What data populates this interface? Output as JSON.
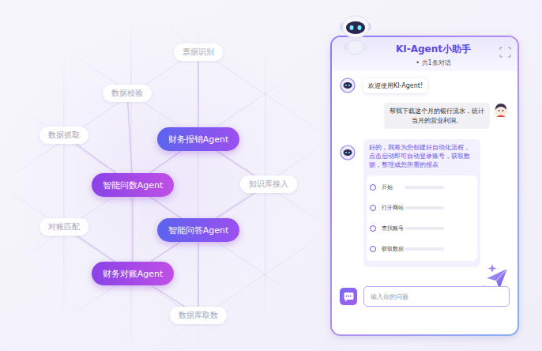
{
  "diagram": {
    "nodes": [
      {
        "text": [
          "票据识别"
        ]
      },
      {
        "text": [
          "数据校验"
        ]
      },
      {
        "text": [
          "数据抓取"
        ]
      },
      {
        "text": [
          "财务报销Agent"
        ]
      },
      {
        "text": [
          "智能问数Agent"
        ]
      },
      {
        "text": [
          "知识库接入"
        ]
      },
      {
        "text": [
          "对账匹配"
        ]
      },
      {
        "text": [
          "智能问答Agent"
        ]
      },
      {
        "text": [
          "财务对账Agent"
        ]
      },
      {
        "text": [
          "数据库取数"
        ]
      },
      {
        "text": [
          "KI-Agent小助手",
          "• 共1条对话"
        ]
      },
      {
        "text": [
          "欢迎使用KI-Agent!"
        ],
        "in": 10
      },
      {
        "text": [
          "帮我下载这个月的银行流水，统计当月的营业利润。"
        ],
        "in": 10
      },
      {
        "text": [
          "好的，我将为您创建好自动化流程，点击启动即可自动登录账号，获取数据，整理成您所需的报表"
        ],
        "in": 10
      },
      {
        "text": [],
        "in": 13
      },
      {
        "text": [
          "开始"
        ],
        "in": 14
      },
      {
        "text": [
          "打开网站"
        ],
        "in": 14
      },
      {
        "text": [
          "查找账号"
        ],
        "in": 14
      },
      {
        "text": [
          "获取数据"
        ],
        "in": 14
      },
      {
        "text": [
          "输入你的问题"
        ],
        "in": 10
      }
    ],
    "edges": [
      {
        "from": 0,
        "to": 3,
        "arrow": "none"
      },
      {
        "from": 1,
        "to": 4,
        "arrow": "none"
      },
      {
        "from": 2,
        "to": 4,
        "arrow": "none"
      },
      {
        "from": 3,
        "to": 4,
        "arrow": "none"
      },
      {
        "from": 3,
        "to": 5,
        "arrow": "none"
      },
      {
        "from": 4,
        "to": 7,
        "arrow": "none"
      },
      {
        "from": 5,
        "to": 7,
        "arrow": "none"
      },
      {
        "from": 6,
        "to": 8,
        "arrow": "none"
      },
      {
        "from": 4,
        "to": 8,
        "arrow": "none"
      },
      {
        "from": 7,
        "to": 8,
        "arrow": "none"
      },
      {
        "from": 7,
        "to": 9,
        "arrow": "none"
      },
      {
        "from": 8,
        "to": 9,
        "arrow": "none"
      },
      {
        "from": 15,
        "to": 16,
        "arrow": "none"
      },
      {
        "from": 16,
        "to": 17,
        "arrow": "none"
      },
      {
        "from": 17,
        "to": 18,
        "arrow": "none"
      }
    ]
  }
}
